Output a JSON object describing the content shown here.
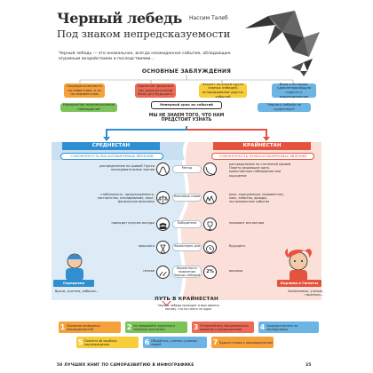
{
  "header": {
    "title": "Черный лебедь",
    "subtitle": "Под знаком непредсказуемости",
    "author": "Нассим Талеб"
  },
  "intro": "Черный лебедь — это аномальное, всегда неожиданное событие, обладающее огромным воздействием и последствиями...",
  "misconceptions": {
    "heading": "ОСНОВНЫЕ ЗАБЛУЖДЕНИЯ",
    "items": [
      "Сосредоточенность на известном, а не на неизвестном",
      "Принятие прошлого как доказательной базы для будущего",
      "Акцент на узком круге черных лебедей, игнорирование других событий",
      "Вера в историю, удовлетворяющую страсть к моделированию",
      "Намеренное преуменьшение наблюдений",
      "Неверный урок из событий",
      "Черного лебедя не существует"
    ],
    "lead": "МЫ НЕ ЗНАЕМ ТОГО, ЧТО НАМ ПРЕДСТОИТ УЗНАТЬ"
  },
  "mediocristan": {
    "band": "СРЕДНЕСТАН",
    "sub": "СОВОКУПНОСТЬ МАСШТАБИРУЕМЫХ ЯВЛЕНИЙ",
    "rows": [
      "распределение по кривой Гаусса последовательные знания",
      "стабильность, предсказуемость, постоянство, планирование, опыт, физические величины",
      "приходит кусочек выгоды",
      "прошлого",
      "низкая"
    ],
    "label": "Середняки",
    "caption": "Врачи, учителя, рабочие..."
  },
  "extremistan": {
    "band": "КРАЙНЕСТАН",
    "sub": "СОВОКУПНОСТЬ НЕМАСШТАБИРУЕМЫХ ЯВЛЕНИЙ",
    "rows": [
      "распределение по степенной кривой Парето решающее одно-единственное наблюдение или ощущение",
      "риск, конкуренция, неравенство, хаос, события, доходы, экстремальные события",
      "приходит вся выгода",
      "будущего",
      "высокая"
    ],
    "label": "Карлики и Гиганты",
    "caption": "Бизнесмены, ученые, писатели..."
  },
  "middle_pills": [
    "Метод",
    "Ключевые слова",
    "Победители",
    "Характерно для",
    "Вероятность появления Черных лебедей"
  ],
  "path": {
    "heading": "ПУТЬ В КРАЙНЕСТАН",
    "note": "Черные лебеди приходят в мир именно потому, что их никто не ждал",
    "steps": [
      {
        "n": "1",
        "text": "Принятие возможных неожиданностей"
      },
      {
        "n": "2",
        "text": "Не придавайте серьёзного значения прогнозам"
      },
      {
        "n": "3",
        "text": "Остерегайтесь эмоциональных привязок к предсказаниям"
      },
      {
        "n": "4",
        "text": "Сосредоточьтесь на последствиях"
      },
      {
        "n": "5",
        "text": "Помните об ошибках подтверждения"
      },
      {
        "n": "6",
        "text": "Общайтесь, учитесь у разных людей"
      },
      {
        "n": "7",
        "text": "Будьте готовы к неожиданностям"
      }
    ]
  },
  "footer": {
    "book": "50 ЛУЧШИХ КНИГ ПО САМОРАЗВИТИЮ В ИНФОГРАФИКЕ",
    "page": "35"
  },
  "colors": {
    "blue": "#2f8fd1",
    "red": "#e5533e",
    "orange": "#f6a23c",
    "green": "#7cc45a",
    "yellow": "#f7cd3a"
  }
}
